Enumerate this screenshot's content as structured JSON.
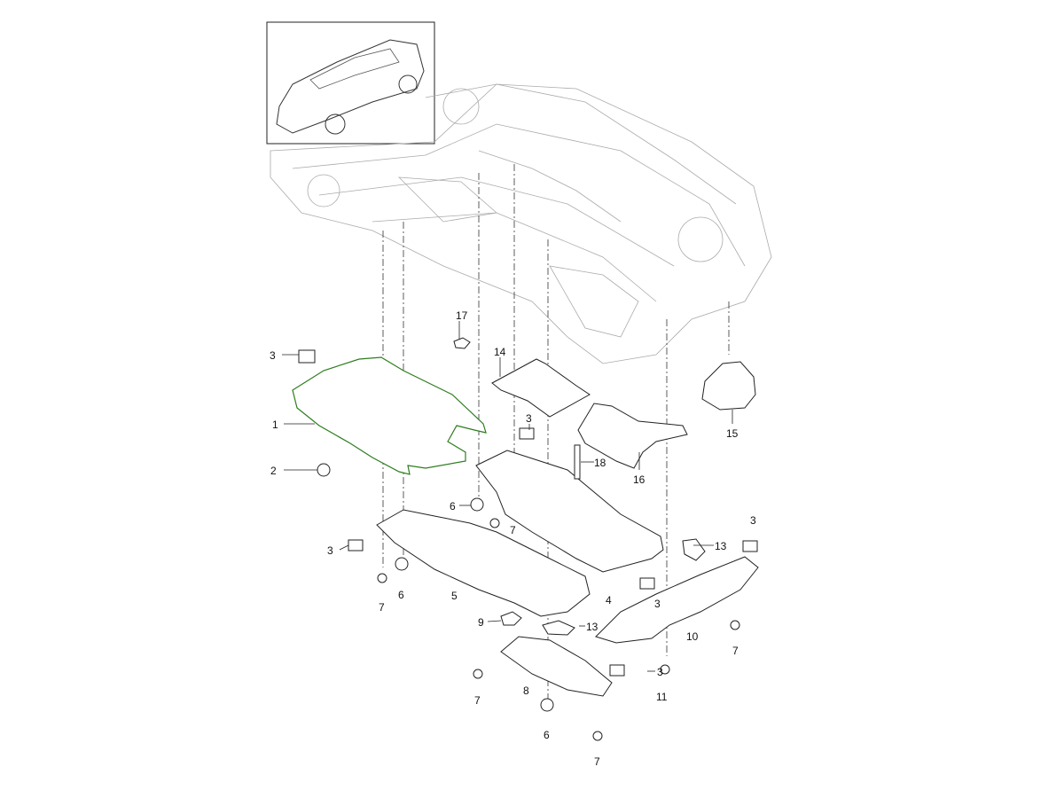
{
  "diagram": {
    "title": "Underbody paneling parts diagram",
    "highlight_color": "#2e7d1e",
    "callouts": [
      {
        "id": "c17",
        "label": "17"
      },
      {
        "id": "c3a",
        "label": "3"
      },
      {
        "id": "c14",
        "label": "14"
      },
      {
        "id": "c1",
        "label": "1"
      },
      {
        "id": "c3b",
        "label": "3"
      },
      {
        "id": "c15",
        "label": "15"
      },
      {
        "id": "c2",
        "label": "2"
      },
      {
        "id": "c18",
        "label": "18"
      },
      {
        "id": "c16",
        "label": "16"
      },
      {
        "id": "c6a",
        "label": "6"
      },
      {
        "id": "c7a",
        "label": "7"
      },
      {
        "id": "c3c",
        "label": "3"
      },
      {
        "id": "c13a",
        "label": "13"
      },
      {
        "id": "c3d",
        "label": "3"
      },
      {
        "id": "c7b",
        "label": "7"
      },
      {
        "id": "c6b",
        "label": "6"
      },
      {
        "id": "c5",
        "label": "5"
      },
      {
        "id": "c4",
        "label": "4"
      },
      {
        "id": "c3e",
        "label": "3"
      },
      {
        "id": "c9",
        "label": "9"
      },
      {
        "id": "c13b",
        "label": "13"
      },
      {
        "id": "c10",
        "label": "10"
      },
      {
        "id": "c7c",
        "label": "7"
      },
      {
        "id": "c3f",
        "label": "3"
      },
      {
        "id": "c8",
        "label": "8"
      },
      {
        "id": "c11",
        "label": "11"
      },
      {
        "id": "c7d",
        "label": "7"
      },
      {
        "id": "c6c",
        "label": "6"
      },
      {
        "id": "c7e",
        "label": "7"
      }
    ]
  }
}
